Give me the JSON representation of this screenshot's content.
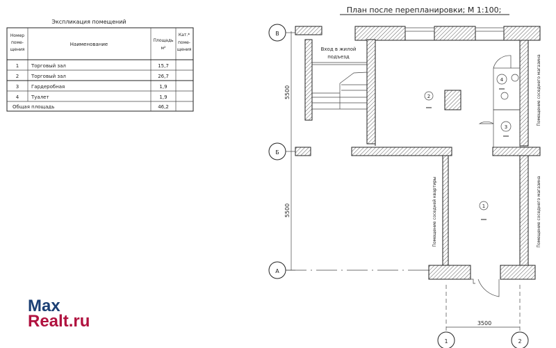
{
  "explication": {
    "title": "Экспликация помещений",
    "headers": {
      "number": "Номер поме-щения",
      "name": "Наименование",
      "area": "Площадь м²",
      "category": "Кат.* поме-щения"
    },
    "header_lines": {
      "number": [
        "Номер",
        "поме-",
        "щения"
      ],
      "area": [
        "Площадь",
        "м²"
      ],
      "category": [
        "Кат.*",
        "поме-",
        "щения"
      ]
    },
    "rows": [
      {
        "num": "1",
        "name": "Торговый зал",
        "area": "15,7"
      },
      {
        "num": "2",
        "name": "Торговый зал",
        "area": "26,7"
      },
      {
        "num": "3",
        "name": "Гардеробная",
        "area": "1,9"
      },
      {
        "num": "4",
        "name": "Туалет",
        "area": "1,9"
      }
    ],
    "total_label": "Общая площадь",
    "total_value": "46,2"
  },
  "plan": {
    "title": "План после перепланировки; М 1:100;",
    "axes": {
      "v": "В",
      "b": "Б",
      "a": "А",
      "one": "1",
      "two": "2"
    },
    "dims": {
      "top": "5500",
      "bottom": "5500",
      "horizontal": "3500"
    },
    "labels": {
      "entrance1": "Вход в жилой",
      "entrance2": "подъезд",
      "neighbor_shop_top": "Помещение соседнего магазина",
      "neighbor_shop_bottom": "Помещение соседнего магазина",
      "neighbor_flat": "Помещение соседней квартиры"
    },
    "rooms": {
      "r1": "1",
      "r2": "2",
      "r3": "3",
      "r4": "4"
    }
  },
  "watermark": {
    "line1": "Max",
    "line2": "Realt.ru",
    "color1": "#1b3f74",
    "color2": "#b0123f"
  }
}
